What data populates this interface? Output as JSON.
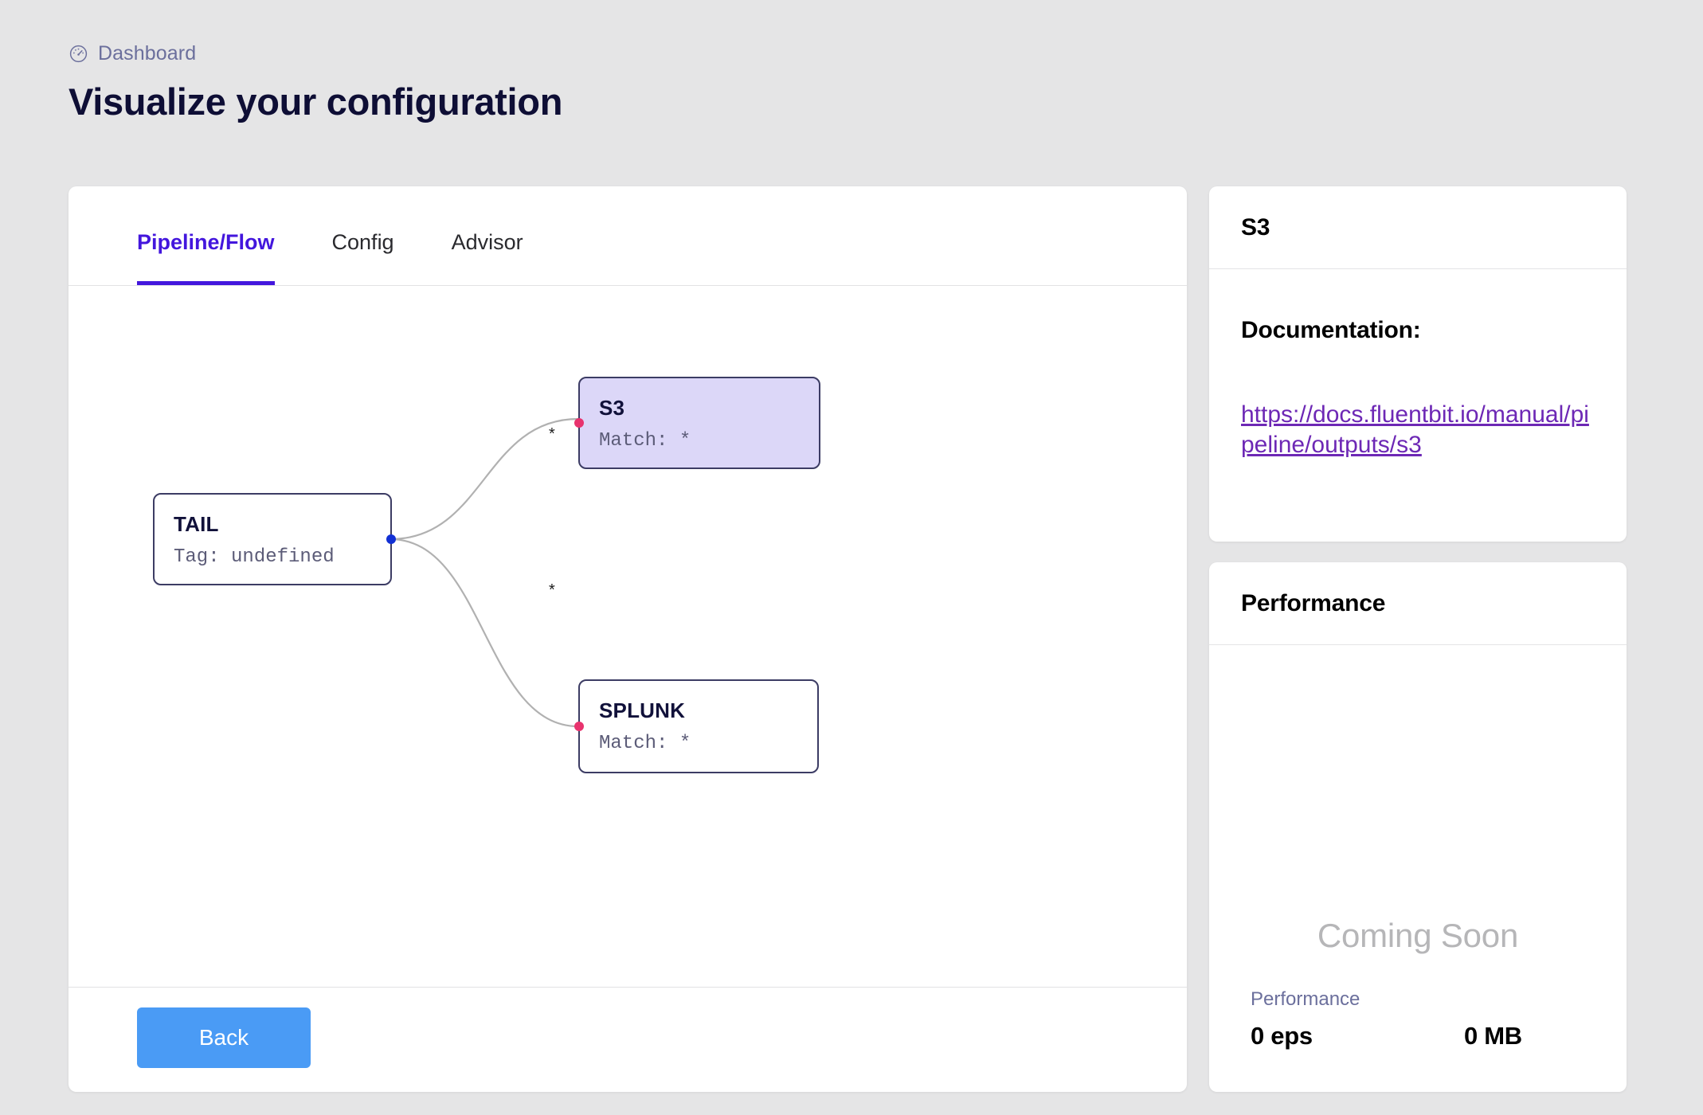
{
  "header": {
    "breadcrumb_icon": "gauge-icon",
    "breadcrumb": "Dashboard",
    "title": "Visualize your configuration"
  },
  "main_card": {
    "tabs": [
      {
        "label": "Pipeline/Flow",
        "active": true
      },
      {
        "label": "Config",
        "active": false
      },
      {
        "label": "Advisor",
        "active": false
      }
    ],
    "back_label": "Back"
  },
  "flow": {
    "nodes": [
      {
        "id": "tail",
        "title": "TAIL",
        "subtitle": "Tag: undefined",
        "selected": false,
        "handle": "source"
      },
      {
        "id": "s3",
        "title": "S3",
        "subtitle": "Match: *",
        "selected": true,
        "handle": "target"
      },
      {
        "id": "splunk",
        "title": "SPLUNK",
        "subtitle": "Match: *",
        "selected": false,
        "handle": "target"
      }
    ],
    "edges": [
      {
        "from": "tail",
        "to": "s3",
        "label": "*"
      },
      {
        "from": "tail",
        "to": "splunk",
        "label": "*"
      }
    ],
    "colors": {
      "source_handle": "#1230d4",
      "target_handle": "#e8336e",
      "edge_stroke": "#b1b1b1",
      "node_border": "#3c3c64",
      "selected_fill": "#dcd7f8"
    }
  },
  "doc_panel": {
    "title": "S3",
    "label": "Documentation:",
    "link": "https://docs.fluentbit.io/manual/pipeline/outputs/s3"
  },
  "perf_panel": {
    "title": "Performance",
    "placeholder": "Coming Soon",
    "stats_label": "Performance",
    "eps": "0 eps",
    "mb": "0 MB"
  },
  "theme": {
    "background": "#e5e5e6",
    "accent": "#4316dd",
    "button_blue": "#4a9bf5",
    "link_purple": "#6d28b5",
    "title_navy": "#0e0e35",
    "muted_violet": "#6b6f9c"
  }
}
